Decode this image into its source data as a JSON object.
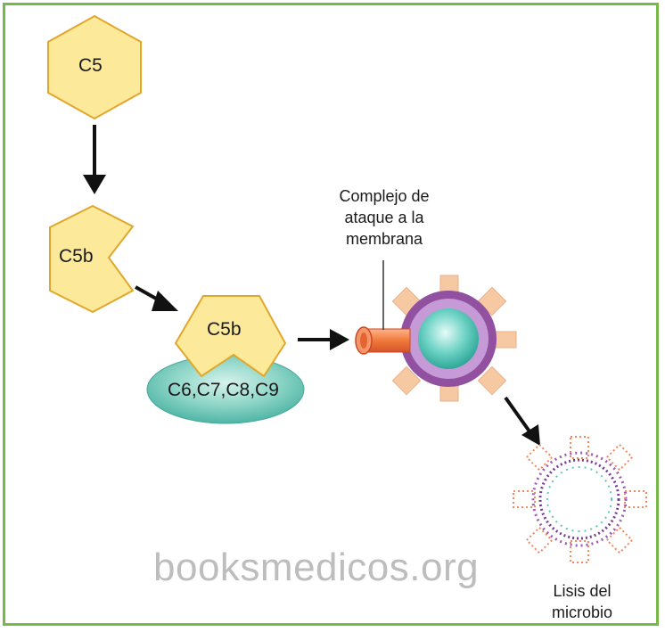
{
  "labels": {
    "c5": "C5",
    "c5b_cleaved": "C5b",
    "c5b_bound": "C5b",
    "complex_components": "C6,C7,C8,C9",
    "mac_caption": [
      "Complejo de",
      "ataque a la",
      "membrana"
    ],
    "lysis_caption": [
      "Lisis del",
      "microbio"
    ]
  },
  "watermark": "booksmedicos.org",
  "colors": {
    "frame": "#78b848",
    "hexagon_fill": "#fde99a",
    "hexagon_stroke": "#e0a72c",
    "complex_fill": "#7fcdbf",
    "mac_channel": "#f07a3c",
    "membrane_outer": "#9150a0",
    "membrane_inner": "#c59ad6",
    "microbe_core": "#4fc6ba",
    "spike": "#f6c9a3",
    "arrow": "#111111",
    "watermark": "#bdbdbd"
  }
}
